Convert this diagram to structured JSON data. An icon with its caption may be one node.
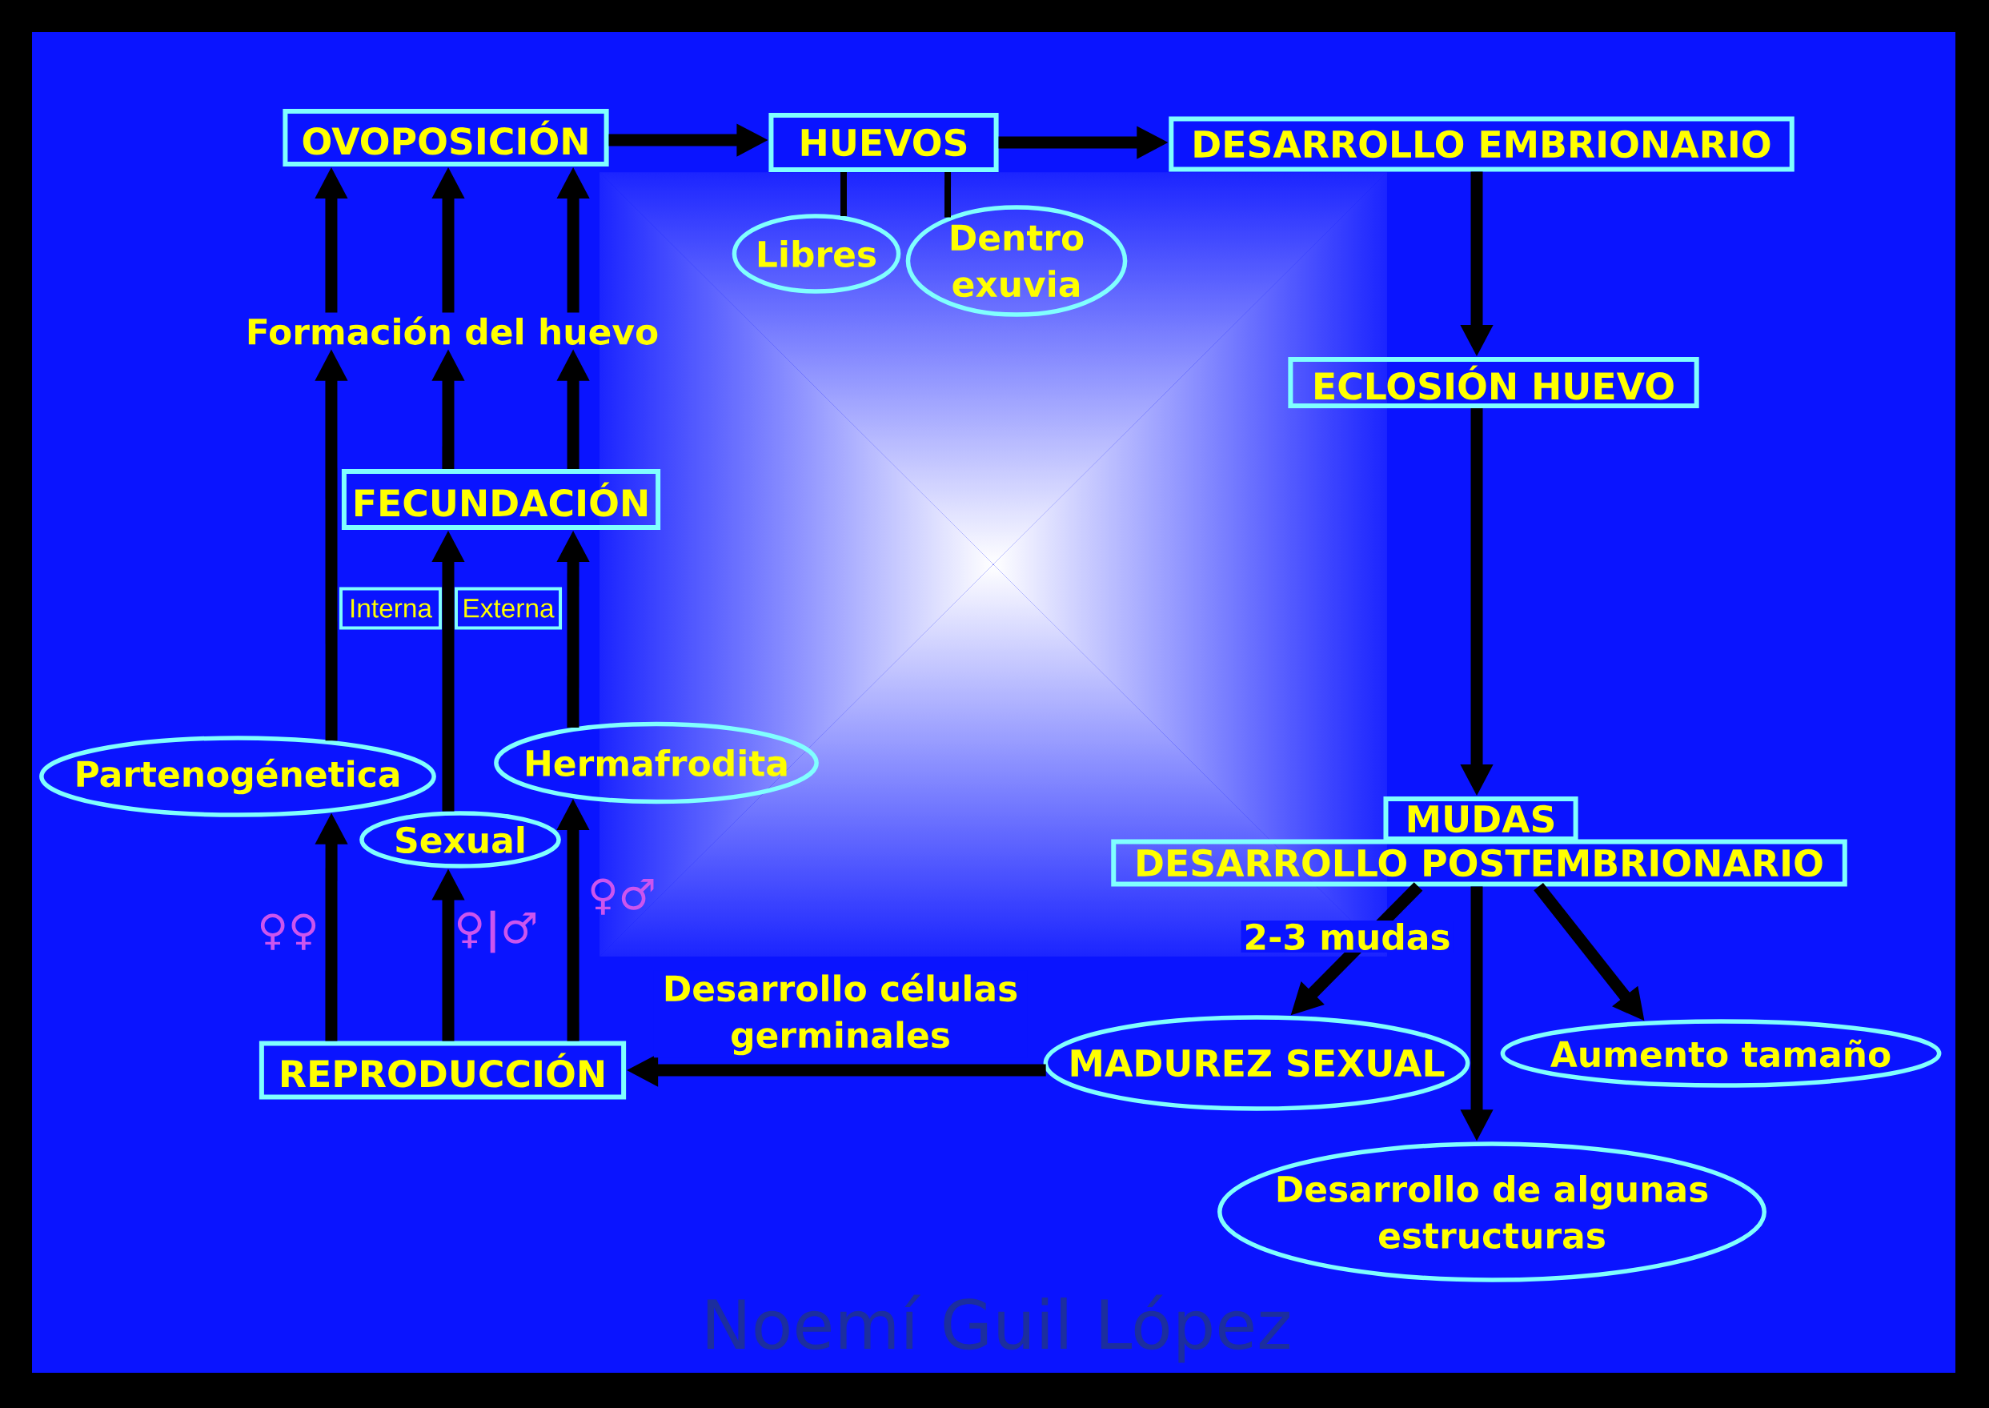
{
  "diagram": {
    "nodes": [
      {
        "text": [
          "OVOPOSICIÓN"
        ]
      },
      {
        "text": [
          "HUEVOS"
        ]
      },
      {
        "text": [
          "DESARROLLO EMBRIONARIO"
        ]
      },
      {
        "text": [
          "Libres"
        ]
      },
      {
        "text": [
          "Dentro exuvia"
        ]
      },
      {
        "text": [
          "Formación del huevo"
        ]
      },
      {
        "text": [
          "ECLOSIÓN HUEVO"
        ]
      },
      {
        "text": [
          "FECUNDACIÓN"
        ]
      },
      {
        "text": [
          "Interna"
        ]
      },
      {
        "text": [
          "Externa"
        ]
      },
      {
        "text": [
          "Partenogénetica"
        ]
      },
      {
        "text": [
          "Hermafrodita"
        ]
      },
      {
        "text": [
          "MUDAS"
        ]
      },
      {
        "text": [
          "DESARROLLO POSTEMBRIONARIO"
        ]
      },
      {
        "text": [
          "Sexual"
        ]
      },
      {
        "text": [
          "REPRODUCCIÓN"
        ]
      },
      {
        "text": [
          "MADUREZ SEXUAL"
        ]
      },
      {
        "text": [
          "Aumento tamaño"
        ]
      },
      {
        "text": [
          "Desarrollo de algunas estructuras"
        ]
      }
    ],
    "edges": [
      {
        "from": 0,
        "to": 1,
        "arrow": "to"
      },
      {
        "from": 1,
        "to": 2,
        "arrow": "to"
      },
      {
        "from": 1,
        "to": 3,
        "arrow": "none"
      },
      {
        "from": 1,
        "to": 4,
        "arrow": "none"
      },
      {
        "from": 2,
        "to": 6,
        "arrow": "to"
      },
      {
        "from": 6,
        "to": 12,
        "arrow": "to"
      },
      {
        "from": 13,
        "to": 16,
        "arrow": "to",
        "label": "2-3 mudas"
      },
      {
        "from": 13,
        "to": 18,
        "arrow": "to"
      },
      {
        "from": 13,
        "to": 17,
        "arrow": "to"
      },
      {
        "from": 16,
        "to": 15,
        "arrow": "to",
        "label": "Desarrollo células germinales"
      },
      {
        "from": 15,
        "to": 10,
        "arrow": "to"
      },
      {
        "from": 15,
        "to": 14,
        "arrow": "to"
      },
      {
        "from": 15,
        "to": 11,
        "arrow": "to"
      },
      {
        "from": 10,
        "to": 5,
        "arrow": "to"
      },
      {
        "from": 14,
        "to": 7,
        "arrow": "to"
      },
      {
        "from": 11,
        "to": 7,
        "arrow": "to"
      },
      {
        "from": 7,
        "to": 5,
        "arrow": "to"
      },
      {
        "from": 7,
        "to": 5,
        "arrow": "to"
      },
      {
        "from": 5,
        "to": 0,
        "arrow": "to"
      },
      {
        "from": 5,
        "to": 0,
        "arrow": "to"
      },
      {
        "from": 5,
        "to": 0,
        "arrow": "to"
      }
    ],
    "labels": [
      "♀♀",
      "♀|♂",
      "♀♂",
      "Noemí Guil López"
    ]
  }
}
